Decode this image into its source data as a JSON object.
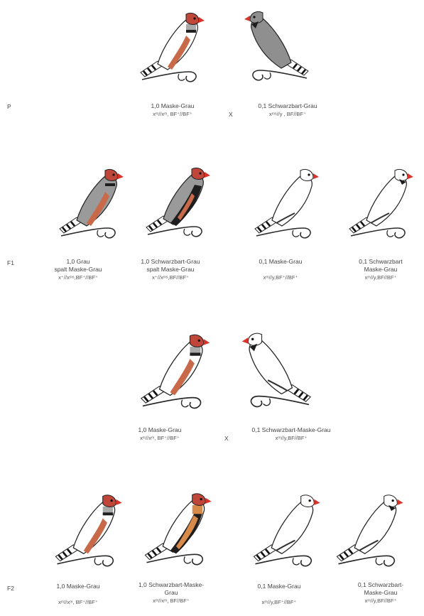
{
  "generations": {
    "p": "P",
    "f1": "F1",
    "f2": "F2"
  },
  "cross_symbol": "X",
  "colors": {
    "grey": "#9a9a9a",
    "dark_grey": "#7a7a7a",
    "beak": "#d9342b",
    "cheek_mask": "#c0463a",
    "flank": "#c86a4a",
    "orange_flank": "#d88a4a",
    "black": "#1e1e1e",
    "white": "#ffffff"
  },
  "parents_p": [
    {
      "line1": "1,0 Maske-Grau",
      "line2": "",
      "genotype": "xᵐ//xᵐ, BF⁺//BF⁺"
    },
    {
      "line1": "0,1 Schwarzbart-Grau",
      "line2": "",
      "genotype": "xᵐˢ//y , BF//BF⁺"
    }
  ],
  "f1": [
    {
      "line1": "1,0 Grau",
      "line2": "spalt Maske-Grau",
      "genotype": "x⁺//xᵐˢ,BF⁺//BF⁺"
    },
    {
      "line1": "1,0 Schwarzbart-Grau",
      "line2": "spalt Maske-Grau",
      "genotype": "x⁺//xᵐˢ,BF//BF⁺"
    },
    {
      "line1": "0,1 Maske-Grau",
      "line2": "",
      "genotype": "xᵐ//y,BF⁺//BF⁺"
    },
    {
      "line1": "0,1 Schwarzbart",
      "line2": "Maske-Grau",
      "genotype": "xᵐ//y,BF//BF⁺"
    }
  ],
  "parents_2": [
    {
      "line1": "1,0 Maske-Grau",
      "line2": "",
      "genotype": "xᵐ//xᵐ, BF⁺//BF⁺"
    },
    {
      "line1": "0,1 Schwarzbart-Maske-Grau",
      "line2": "",
      "genotype": "xᵐ//y,BF//BF⁺"
    }
  ],
  "f2": [
    {
      "line1": "1,0 Maske-Grau",
      "line2": "",
      "genotype": "xᵐ//xᵐ, BF⁺//BF⁺"
    },
    {
      "line1": "1,0 Schwarzbart-Maske-",
      "line2": "Grau",
      "genotype": "xᵐ//xᵐ, BF//BF⁺"
    },
    {
      "line1": "0,1 Maske-Grau",
      "line2": "",
      "genotype": "xᵐ//y,BF⁺//BF⁺"
    },
    {
      "line1": "0,1 Schwarzbart-",
      "line2": "Maske-Grau",
      "genotype": "xᵐ//y,BF//BF⁺"
    }
  ]
}
